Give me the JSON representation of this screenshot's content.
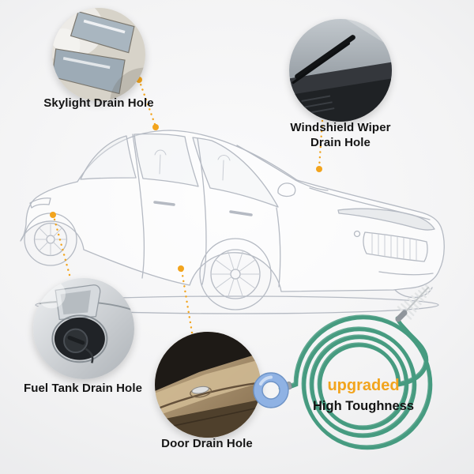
{
  "callouts": {
    "skylight": {
      "label": "Skylight Drain Hole"
    },
    "wiper": {
      "lines": [
        "Windshield Wiper",
        "Drain Hole"
      ]
    },
    "fuel_tank": {
      "label": "Fuel Tank Drain Hole"
    },
    "door": {
      "label": "Door Drain Hole"
    }
  },
  "product": {
    "badge": "upgraded",
    "feature": "High Toughness"
  },
  "colors": {
    "accent_orange": "#F2A41D",
    "wire_green": "#479B80",
    "ring_blue": "#8FB2E4",
    "car_line": "#B5BAC3",
    "label_text": "#151515"
  }
}
